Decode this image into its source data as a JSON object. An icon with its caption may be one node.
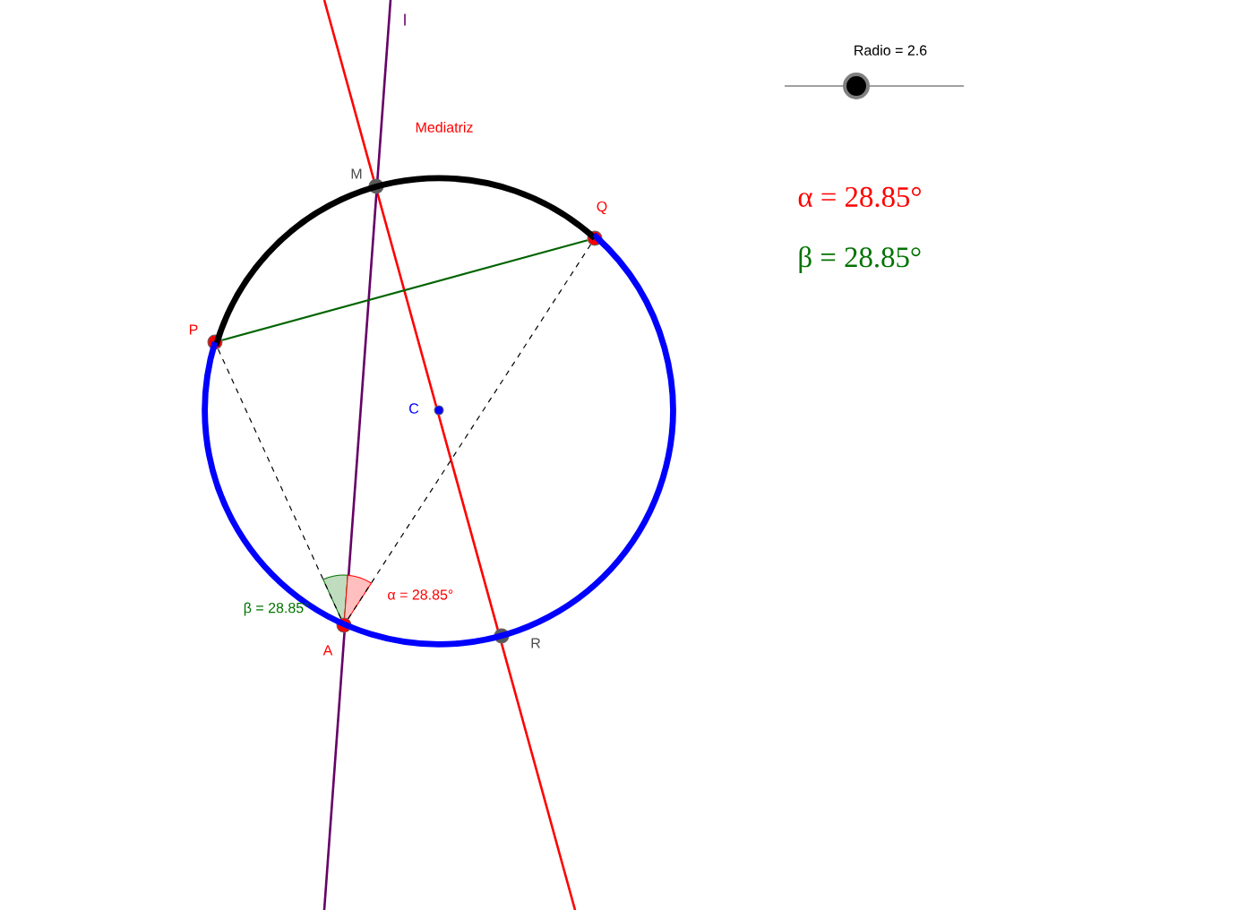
{
  "diagram": {
    "nodes": [
      {
        "text": [],
        "shape": "circle",
        "beside": [
          "M"
        ]
      },
      {
        "text": [],
        "shape": "circle",
        "beside": [
          "Q"
        ]
      },
      {
        "text": [],
        "shape": "circle",
        "beside": [
          "P"
        ]
      },
      {
        "text": [],
        "shape": "circle",
        "beside": [
          "C"
        ]
      },
      {
        "text": [],
        "shape": "circle",
        "beside": [
          "A"
        ]
      },
      {
        "text": [],
        "shape": "circle",
        "beside": [
          "R"
        ]
      }
    ],
    "edges": [
      {
        "from": 1,
        "to": 2,
        "arrow": "none",
        "style": "thick"
      },
      {
        "from": 2,
        "to": 1,
        "arrow": "none",
        "style": "thick",
        "color": "#0000ff"
      },
      {
        "from": 2,
        "to": 1,
        "arrow": "none",
        "color": "#006400"
      },
      {
        "from": 4,
        "to": 2,
        "arrow": "none",
        "style": "dashed"
      },
      {
        "from": 4,
        "to": 1,
        "arrow": "none",
        "style": "dashed"
      }
    ],
    "labels": [
      "l",
      "Radio = 2.6",
      "Mediatriz",
      "α = 28.85°",
      "β = 28.85°",
      "α = 28.85°",
      "β = 28.85°"
    ]
  }
}
